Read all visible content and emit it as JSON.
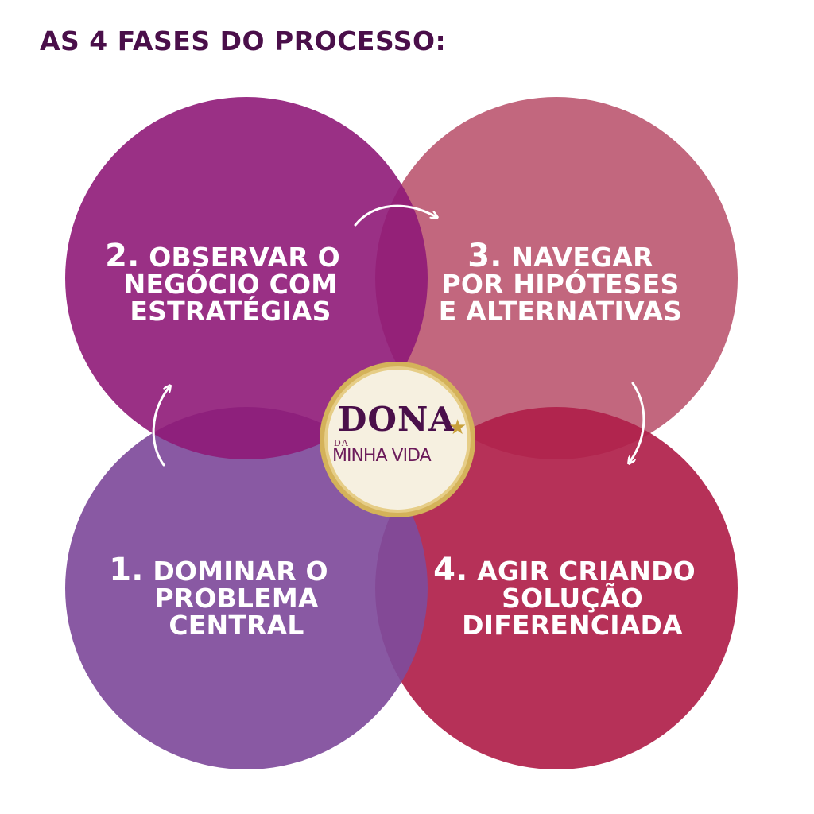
{
  "title": "AS 4 FASES DO PROCESSO:",
  "colors": {
    "title": "#4a0f4a",
    "phase1": "#7f4b9b",
    "phase2": "#8f1a78",
    "phase3": "#c2677e",
    "phase4": "#b0204a",
    "text": "#ffffff",
    "logo_ring": "#d4b25a",
    "logo_bg": "#f6f0e0"
  },
  "phases": [
    {
      "number": "1.",
      "lines": [
        "DOMINAR O",
        "PROBLEMA",
        "CENTRAL"
      ]
    },
    {
      "number": "2.",
      "lines": [
        "OBSERVAR O",
        "NEGÓCIO COM",
        "ESTRATÉGIAS"
      ]
    },
    {
      "number": "3.",
      "lines": [
        "NAVEGAR",
        "POR HIPÓTESES",
        "E ALTERNATIVAS"
      ]
    },
    {
      "number": "4.",
      "lines": [
        "AGIR CRIANDO",
        "SOLUÇÃO",
        "DIFERENCIADA"
      ]
    }
  ],
  "arrows": [
    "arrow-1-to-2",
    "arrow-2-to-3",
    "arrow-3-to-4"
  ],
  "logo": {
    "word_main": "DONA",
    "word_da": "DA",
    "word_bottom": "MINHA VIDA",
    "icon": "star-icon"
  }
}
